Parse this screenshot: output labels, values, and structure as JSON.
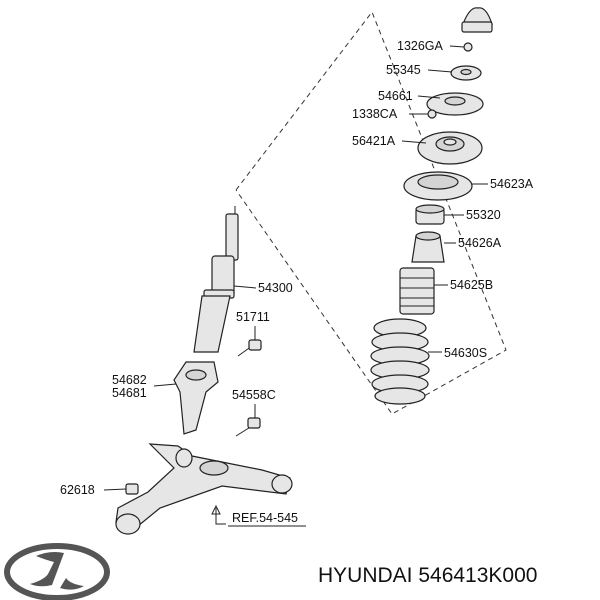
{
  "labels": {
    "p1326GA": "1326GA",
    "p55345": "55345",
    "p54661": "54661",
    "p1338CA": "1338CA",
    "p54421A": "56421A",
    "p54623A": "54623A",
    "p55320": "55320",
    "p54626A": "54626A",
    "p54625B": "54625B",
    "p54630S": "54630S",
    "p54300": "54300",
    "p51711": "51711",
    "p54682": "54682",
    "p54681": "54681",
    "p54558C": "54558C",
    "p62618": "62618",
    "ref": "REF.54-545"
  },
  "footer": {
    "brand_part": "HYUNDAI 546413K000"
  },
  "colors": {
    "line": "#222222",
    "part_fill": "#e6e6e6",
    "text": "#111111"
  },
  "icons": {
    "logo": "hyundai-logo"
  }
}
